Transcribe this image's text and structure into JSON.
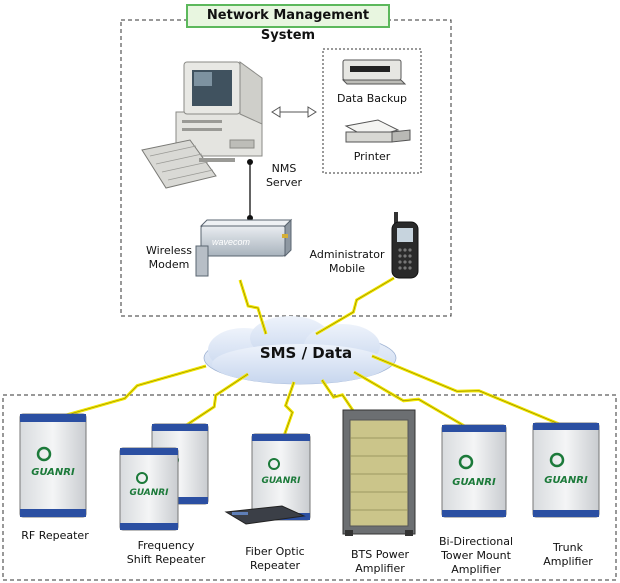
{
  "title": "Network Management System",
  "labels": {
    "data_backup": "Data Backup",
    "printer": "Printer",
    "nms_server_line1": "NMS",
    "nms_server_line2": "Server",
    "wireless_modem_line1": "Wireless",
    "wireless_modem_line2": "Modem",
    "admin_mobile_line1": "Administrator",
    "admin_mobile_line2": "Mobile",
    "sms_data": "SMS / Data",
    "modem_brand": "wavecom"
  },
  "devices": [
    {
      "line1": "RF Repeater",
      "line2": "",
      "brand": "GUANRI"
    },
    {
      "line1": "Frequency",
      "line2": "Shift Repeater",
      "brand": "GUANRI"
    },
    {
      "line1": "Fiber Optic",
      "line2": "Repeater",
      "brand": "GUANRI"
    },
    {
      "line1": "BTS Power",
      "line2": "Amplifier",
      "brand": ""
    },
    {
      "line1": "Bi-Directional",
      "line2": "Tower Mount",
      "line3": "Amplifier",
      "brand": "GUANRI"
    },
    {
      "line1": "Trunk",
      "line2": "Amplifier",
      "brand": "GUANRI"
    }
  ],
  "colors": {
    "title_bg": "#e8f6e0",
    "title_border": "#5cb85c",
    "lightning": "#f2e600",
    "cloud": "#dce7f7",
    "cabinet_body": "#eceeef",
    "cabinet_top": "#2b4fa2"
  }
}
